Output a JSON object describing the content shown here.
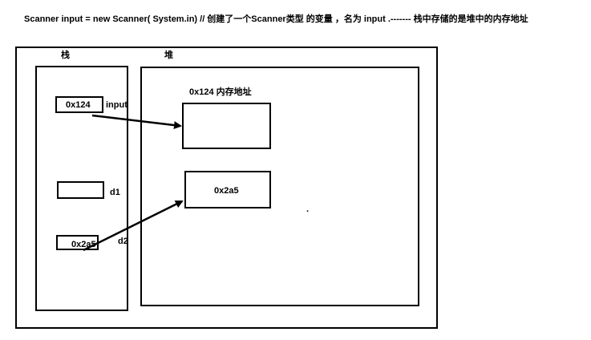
{
  "caption": "Scanner  input = new Scanner( System.in)  // 创建了一个Scanner类型 的变量 ，名为  input  .------- 栈中存储的是堆中的内存地址",
  "stack": {
    "title": "栈",
    "input_cell": {
      "value": "0x124",
      "name": "input"
    },
    "d1_cell": {
      "value": "",
      "name": "d1"
    },
    "d2_cell": {
      "value": "0x2a5",
      "name": "d2"
    }
  },
  "heap": {
    "title": "堆",
    "object1": {
      "label": "0x124 内存地址",
      "value": ""
    },
    "object2": {
      "value": "0x2a5"
    },
    "dot": "."
  }
}
